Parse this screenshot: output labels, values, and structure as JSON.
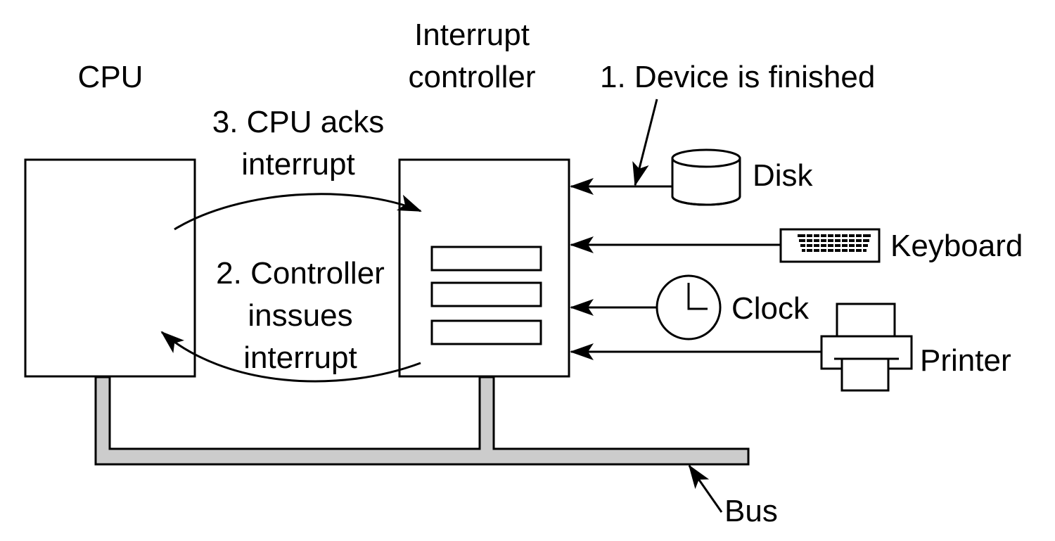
{
  "labels": {
    "cpu": "CPU",
    "controller_line1": "Interrupt",
    "controller_line2": "controller",
    "step1": "1. Device is finished",
    "step3_line1": "3. CPU acks",
    "step3_line2": "interrupt",
    "step2_line1": "2. Controller",
    "step2_line2": "inssues",
    "step2_line3": "interrupt",
    "disk": "Disk",
    "keyboard": "Keyboard",
    "clock": "Clock",
    "printer": "Printer",
    "bus": "Bus"
  },
  "colors": {
    "stroke": "#000000",
    "bus_fill": "#cccccc",
    "background": "#ffffff"
  }
}
